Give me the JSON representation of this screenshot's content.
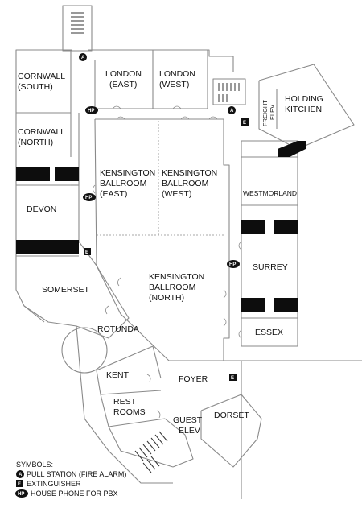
{
  "rooms": {
    "cornwall_south": [
      "CORNWALL",
      "(SOUTH)"
    ],
    "london_east": [
      "LONDON",
      "(EAST)"
    ],
    "london_west": [
      "LONDON",
      "(WEST)"
    ],
    "holding_kitchen": [
      "HOLDING",
      "KITCHEN"
    ],
    "freight_elev": [
      "FREIGHT",
      "ELEV"
    ],
    "cornwall_north": [
      "CORNWALL",
      "(NORTH)"
    ],
    "kensington_east": [
      "KENSINGTON",
      "BALLROOM",
      "(EAST)"
    ],
    "kensington_west": [
      "KENSINGTON",
      "BALLROOM",
      "(WEST)"
    ],
    "westmorland": "WESTMORLAND",
    "devon": "DEVON",
    "surrey": "SURREY",
    "somerset": "SOMERSET",
    "kensington_north": [
      "KENSINGTON",
      "BALLROOM",
      "(NORTH)"
    ],
    "essex": "ESSEX",
    "rotunda": "ROTUNDA",
    "kent": "KENT",
    "foyer": "FOYER",
    "rest_rooms": [
      "REST",
      "ROOMS"
    ],
    "guest_elev": [
      "GUEST",
      "ELEV"
    ],
    "dorset": "DORSET"
  },
  "symbol_letters": {
    "pull_station": "A",
    "extinguisher": "E",
    "house_phone": "HP"
  },
  "legend": {
    "title": "SYMBOLS:",
    "items": [
      {
        "symbol": "A",
        "text": "PULL STATION (FIRE ALARM)"
      },
      {
        "symbol": "E",
        "text": "EXTINGUISHER"
      },
      {
        "symbol": "HP",
        "text": "HOUSE PHONE FOR PBX"
      }
    ]
  }
}
